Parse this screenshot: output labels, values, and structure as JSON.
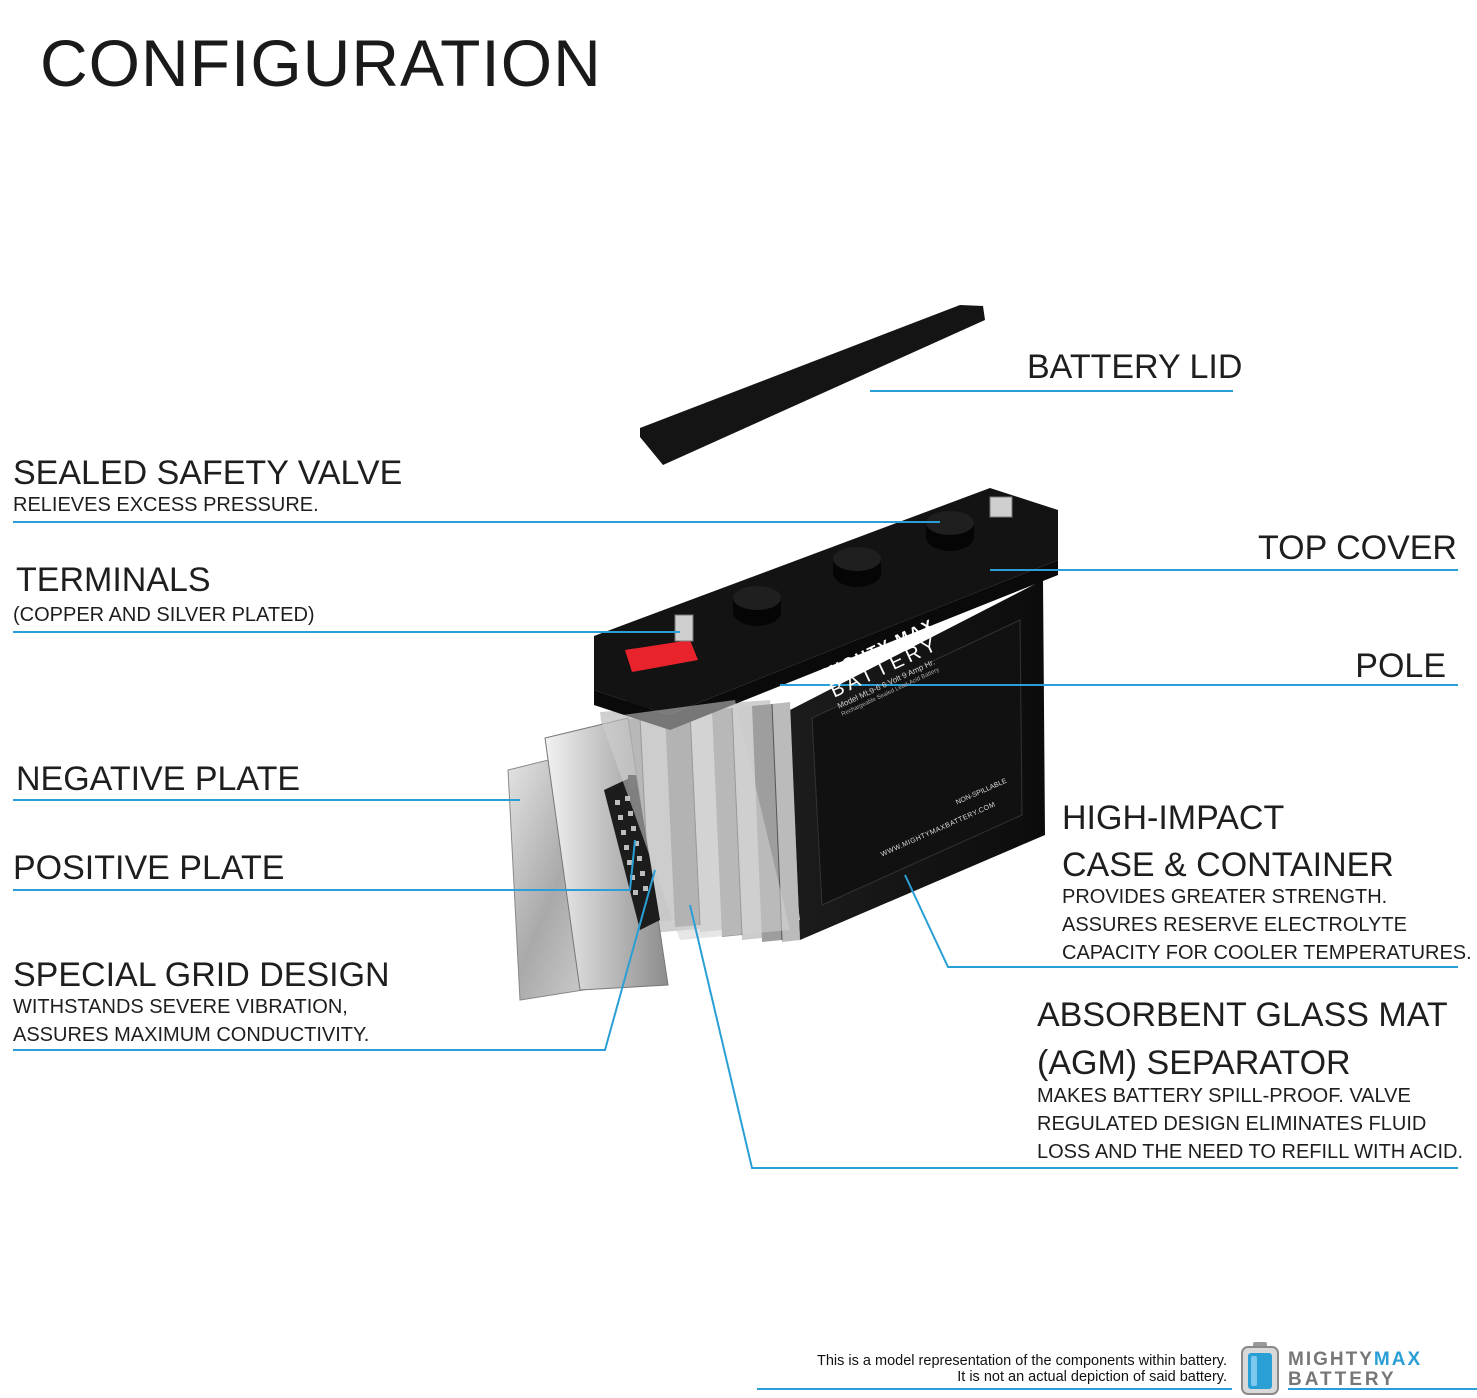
{
  "title": "CONFIGURATION",
  "labels": {
    "battery_lid": "BATTERY LID",
    "safety_valve_title": "SEALED SAFETY VALVE",
    "safety_valve_desc": "RELIEVES EXCESS PRESSURE.",
    "terminals_title": "TERMINALS",
    "terminals_desc": "(COPPER AND SILVER PLATED)",
    "top_cover": "TOP COVER",
    "pole": "POLE",
    "negative_plate": "NEGATIVE PLATE",
    "positive_plate": "POSITIVE PLATE",
    "grid_title": "SPECIAL GRID DESIGN",
    "grid_desc_1": "WITHSTANDS SEVERE VIBRATION,",
    "grid_desc_2": "ASSURES MAXIMUM CONDUCTIVITY.",
    "case_title_1": "HIGH-IMPACT",
    "case_title_2": "CASE & CONTAINER",
    "case_desc_1": "PROVIDES GREATER STRENGTH.",
    "case_desc_2": "ASSURES RESERVE ELECTROLYTE",
    "case_desc_3": "CAPACITY FOR COOLER TEMPERATURES.",
    "agm_title_1": "ABSORBENT GLASS MAT",
    "agm_title_2": "(AGM) SEPARATOR",
    "agm_desc_1": "MAKES BATTERY SPILL-PROOF. VALVE",
    "agm_desc_2": "REGULATED DESIGN ELIMINATES FLUID",
    "agm_desc_3": "LOSS AND THE NEED TO REFILL WITH ACID."
  },
  "battery_print": {
    "brand_1": "MIGHTY MAX",
    "brand_2": "BATTERY",
    "model": "Model ML9-6  6 Volt 9 Amp Hr.",
    "type": "Rechargeable Sealed Lead-Acid Battery",
    "non_spillable": "NON-SPILLABLE",
    "website": "WWW.MIGHTYMAXBATTERY.COM"
  },
  "footer": {
    "note_1": "This is a model representation of the components within battery.",
    "note_2": "It is not an actual depiction of said battery.",
    "logo_1_a": "MIGHTY",
    "logo_1_b": "MAX",
    "logo_2": "BATTERY"
  },
  "colors": {
    "leader_line": "#2a9fd6",
    "battery_body": "#151515",
    "terminal_red": "#e8232b",
    "plate_grey": "#bfbfbf"
  }
}
